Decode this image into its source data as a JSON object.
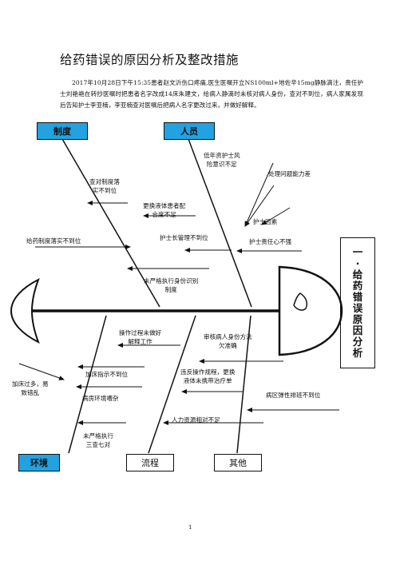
{
  "document": {
    "title": "给药错误的原因分析及整改措施",
    "paragraph": "2017年10月28日下午15:35患者赵文沂伤口疼痛,医生医嘱开立NS100ml+地佐辛15mg静脉滴注，责任护士刘艳艳在转抄医嘱时把患者名字改成14床朱建文，给病人静滴时未核对病人身份，查对不到位，病人家属发现后告知护士李亚楠，李亚楠查对医嘱后把病人名字更改过来，并做好解释。",
    "page_number": "1"
  },
  "categories": {
    "zhidu": "制度",
    "renyuan": "人员",
    "huanjing": "环境",
    "liucheng": "流程",
    "qita": "其他"
  },
  "side_label": [
    "一",
    "·",
    "给",
    "药",
    "错",
    "误",
    "原",
    "因",
    "分",
    "析"
  ],
  "causes": {
    "c1": "查对制度落\n实不到位",
    "c2": "更换液体患者配\n合度不足",
    "c3": "给药制度落实不到位",
    "c4": "护士长管理不到位",
    "c5": "未严格执行身份识别\n制度",
    "c6": "低年资护士风\n险意识不足",
    "c7": "处理问题能力差",
    "c8": "护士因素",
    "c9": "护士责任心不强",
    "c10": "操作过程未做好\n解释工作",
    "c11": "加床指示不到位",
    "c12": "病房环境嘈杂",
    "c13": "加床过多，易\n致错乱",
    "c14": "未严格执行\n三查七对",
    "c15": "审核病人身份方法\n欠准确",
    "c16": "违反操作规程，更换\n液体未携带治疗单",
    "c17": "病区弹性排班不到位",
    "c18": "人力资源相对不足"
  }
}
